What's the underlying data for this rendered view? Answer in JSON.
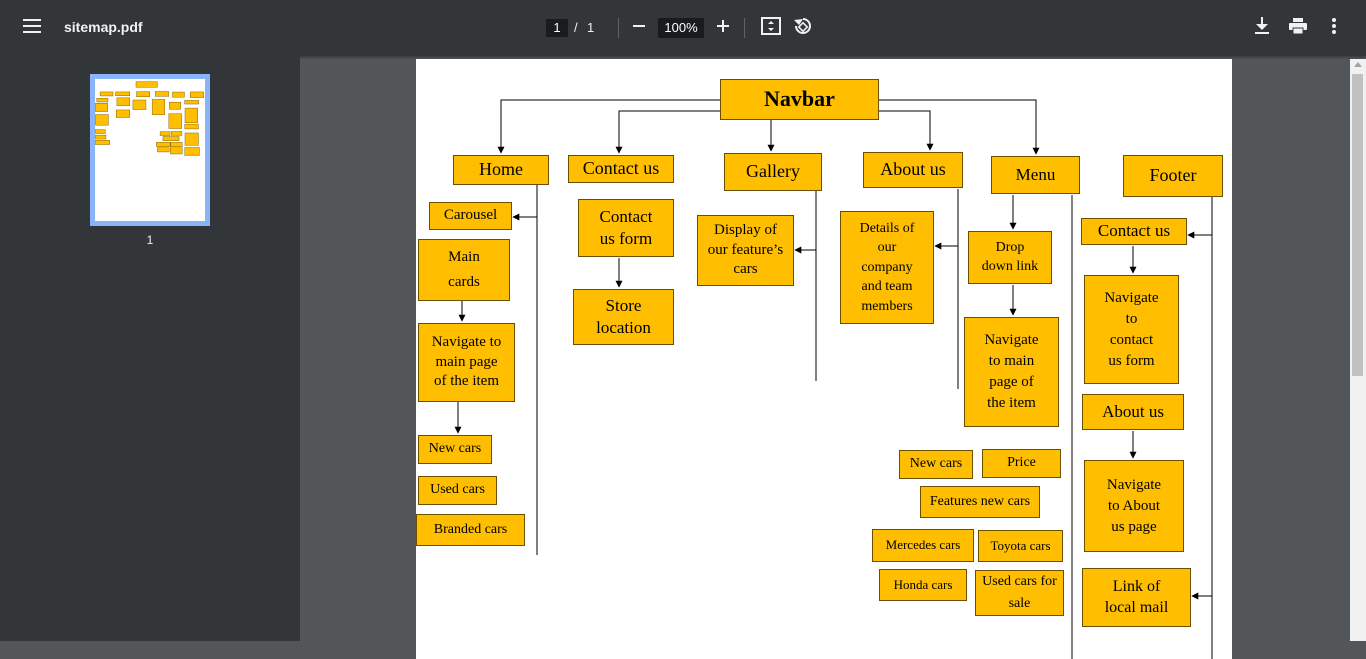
{
  "toolbar": {
    "filename": "sitemap.pdf",
    "current_page": "1",
    "page_separator": "/",
    "total_pages": "1",
    "zoom": "100%"
  },
  "icons": [
    "menu-icon",
    "zoom-out-icon",
    "zoom-in-icon",
    "fit-page-icon",
    "rotate-icon",
    "download-icon",
    "print-icon",
    "more-icon"
  ],
  "sidebar": {
    "thumbnail_label": "1"
  },
  "sitemap": {
    "nodes": {
      "navbar": "Navbar",
      "home": "Home",
      "contact": "Contact us",
      "gallery": "Gallery",
      "about": "About us",
      "menu": "Menu",
      "footer": "Footer",
      "carousel": "Carousel",
      "main_cards": "Main\ncards",
      "home_navigate": "Navigate to\nmain page\nof the item",
      "new_cars": "New cars",
      "used_cars": "Used cars",
      "branded_cars": "Branded cars",
      "contact_form": "Contact\nus form",
      "store_location": "Store\nlocation",
      "gallery_display": "Display of\nour feature’s\ncars",
      "about_details": "Details of\nour\ncompany\nand team\nmembers",
      "dropdown_link": "Drop\ndown link",
      "menu_navigate": "Navigate\nto main\npage of\nthe item",
      "menu_new_cars": "New cars",
      "price": "Price",
      "features_new_cars": "Features new cars",
      "mercedes_cars": "Mercedes cars",
      "toyota_cars": "Toyota cars",
      "honda_cars": "Honda cars",
      "used_cars_for_sale": "Used cars for\nsale",
      "footer_contact": "Contact us",
      "footer_nav_contact": "Navigate\nto\ncontact\nus form",
      "footer_about": "About us",
      "footer_nav_about": "Navigate\nto About\nus page",
      "local_mail": "Link of\nlocal mail"
    }
  }
}
